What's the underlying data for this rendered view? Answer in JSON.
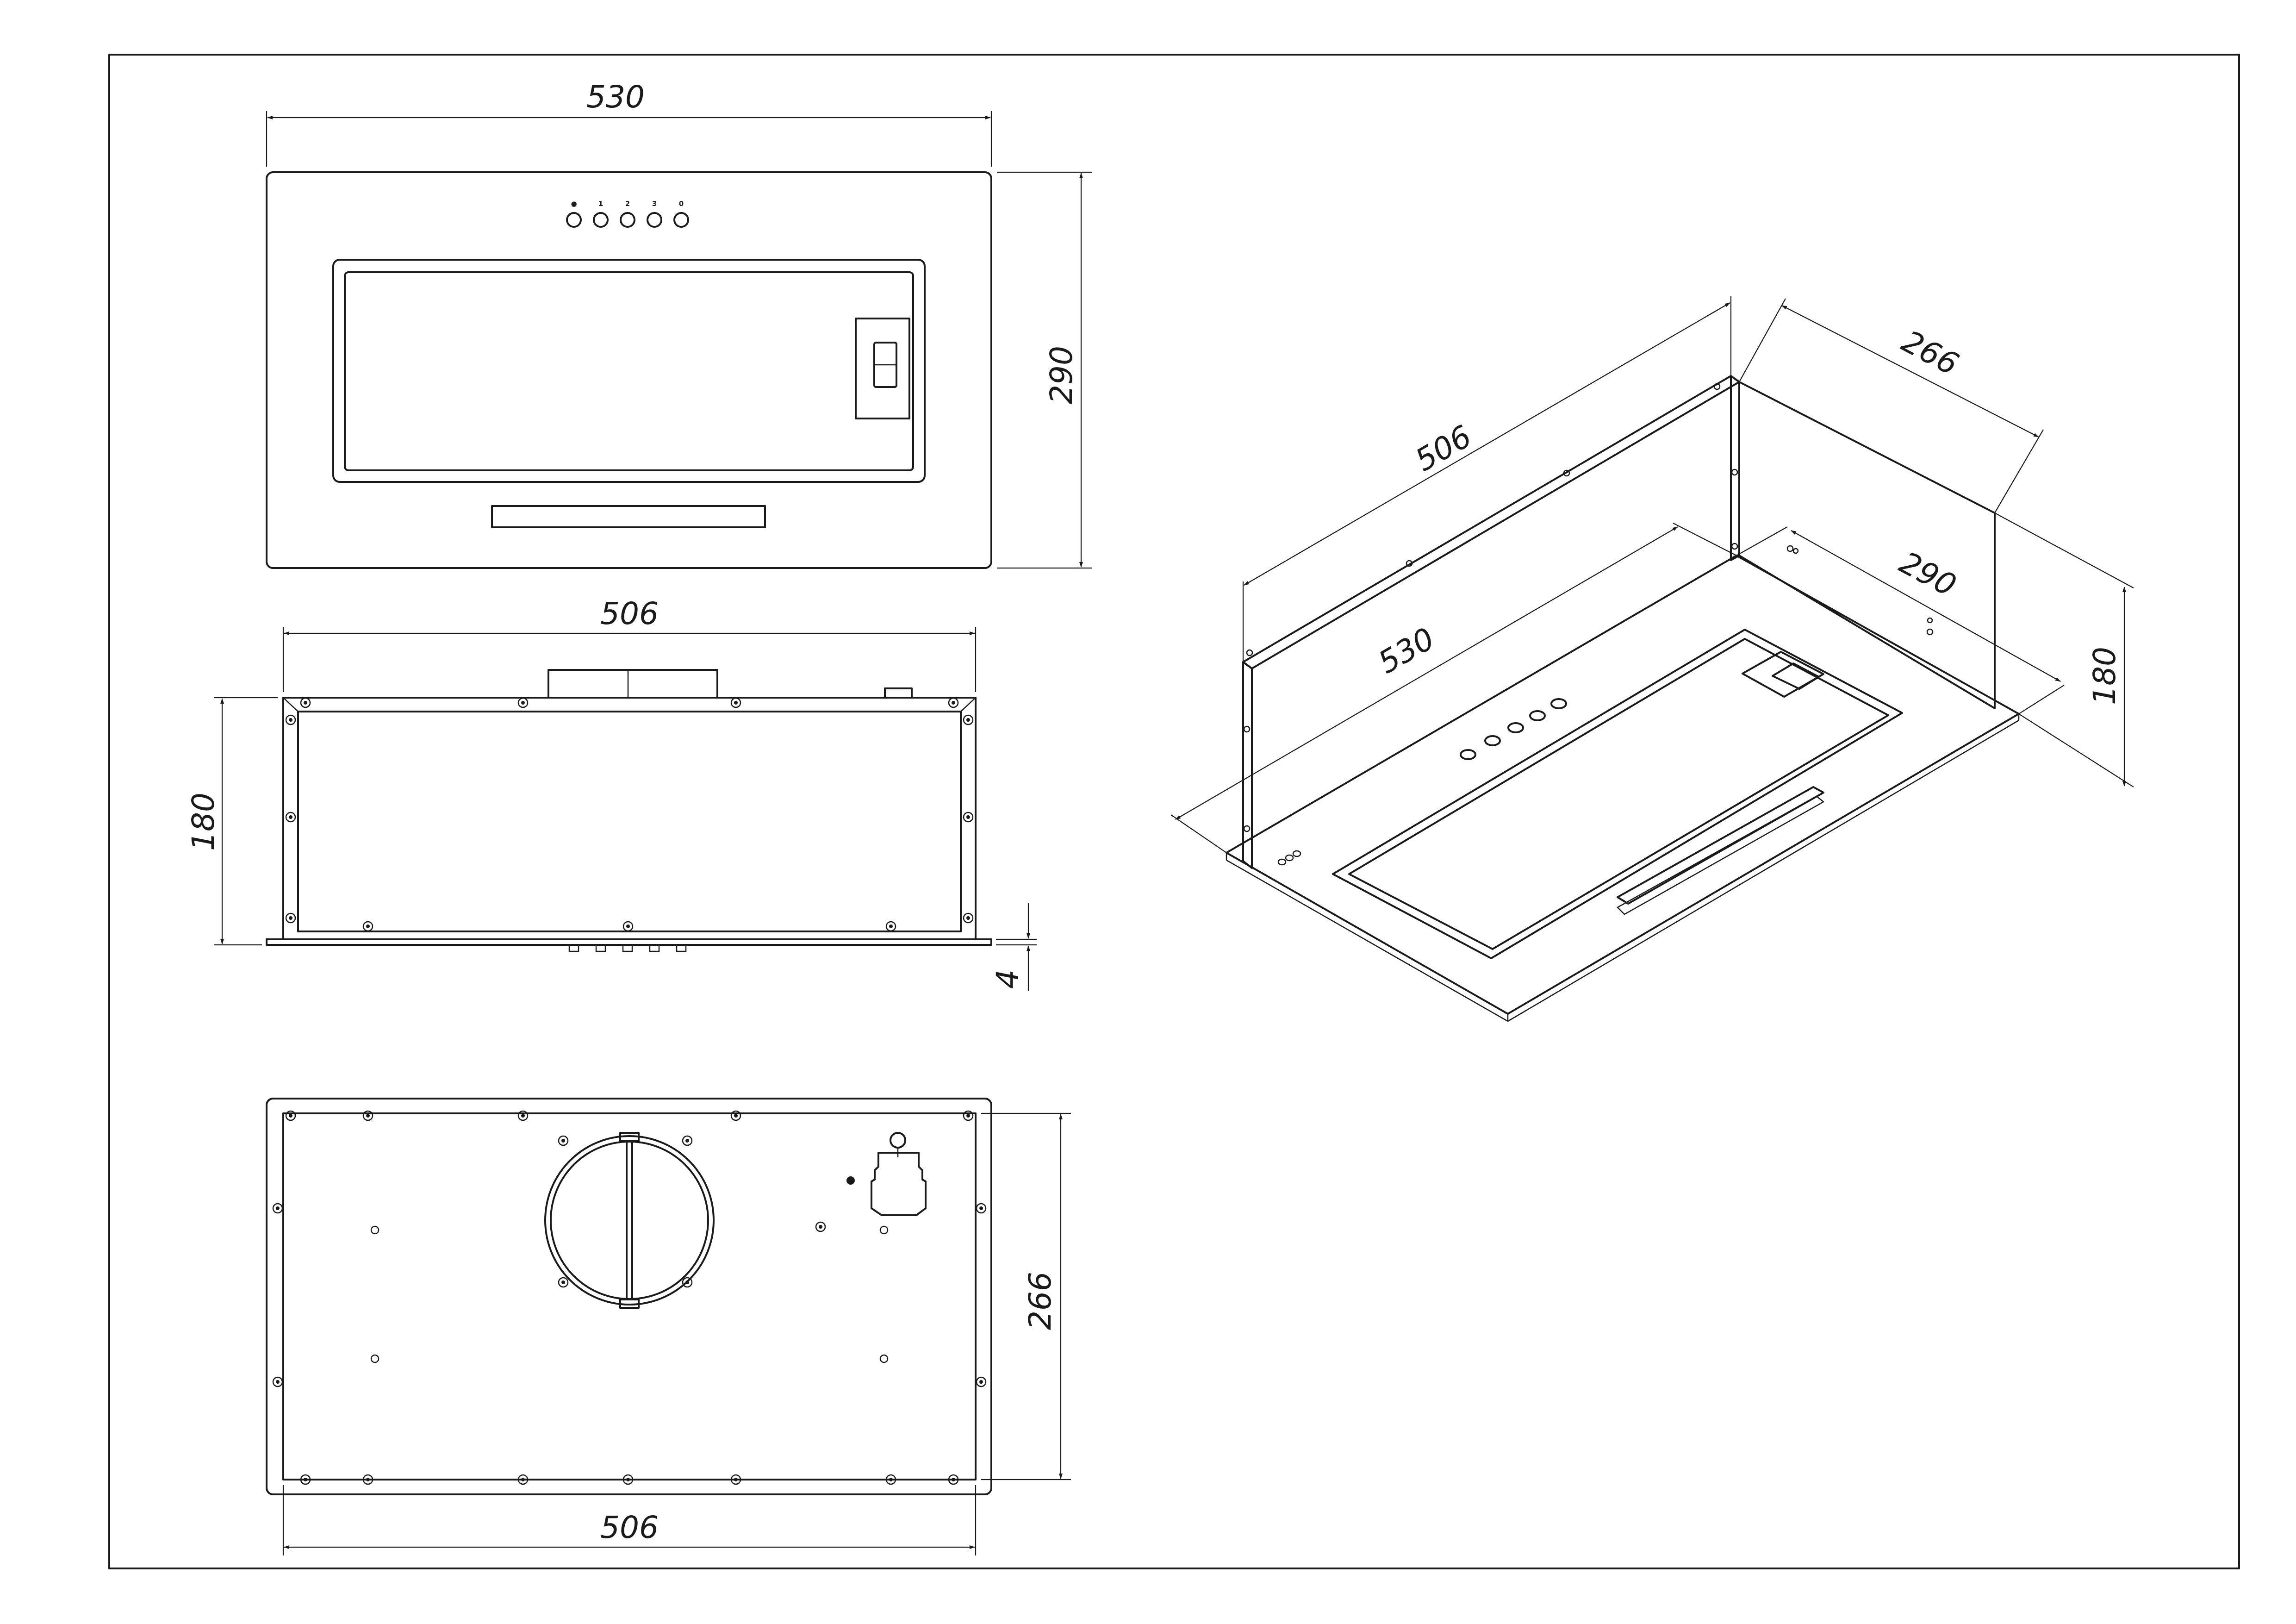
{
  "front_view": {
    "width_dim": "530",
    "height_dim": "290",
    "knob_labels": [
      "●",
      "1",
      "2",
      "3",
      "0"
    ]
  },
  "side_view": {
    "width_dim": "506",
    "height_dim": "180",
    "glass_dim": "4"
  },
  "top_view": {
    "width_dim": "506",
    "depth_dim": "266"
  },
  "iso_view": {
    "width_dim": "506",
    "depth_dim": "266",
    "glass_width_dim": "530",
    "glass_depth_dim": "290",
    "height_dim": "180"
  }
}
